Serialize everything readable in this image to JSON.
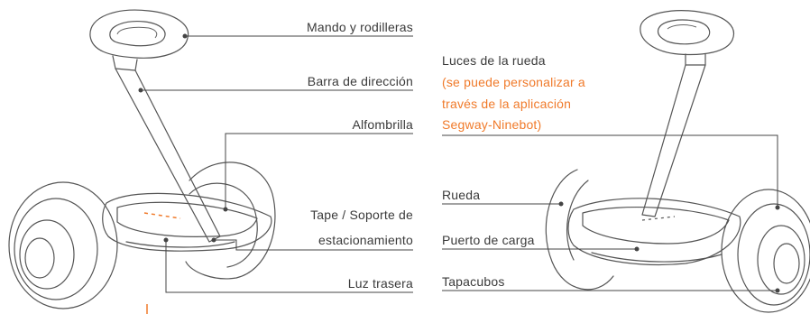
{
  "labels": {
    "handlebar": "Mando y rodilleras",
    "steering_bar": "Barra de dirección",
    "mat": "Alfombrilla",
    "kickstand_line1": "Tape / Soporte de",
    "kickstand_line2": "estacionamiento",
    "rear_light": "Luz trasera",
    "wheel_lights": "Luces de la rueda",
    "wheel_lights_note1": "(se puede personalizar a",
    "wheel_lights_note2": "través de la aplicación",
    "wheel_lights_note3": "Segway-Ninebot)",
    "wheel": "Rueda",
    "charging_port": "Puerto de carga",
    "hubcap": "Tapacubos"
  },
  "colors": {
    "accent": "#f07a2a",
    "text": "#3a3a3a",
    "line": "#444444"
  }
}
